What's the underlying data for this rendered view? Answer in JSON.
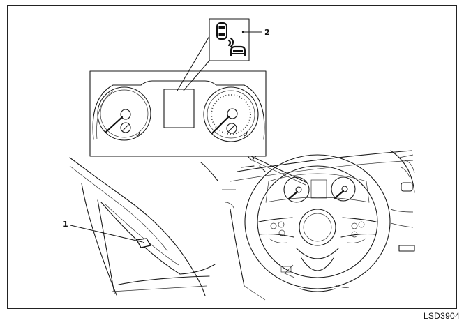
{
  "callouts": {
    "one": "1",
    "two": "2"
  },
  "figure_code": "LSD3904",
  "icons": {
    "indicator": "car-with-signal-to-rear-vehicle-icon"
  },
  "colors": {
    "line": "#1a1a1a",
    "background": "#ffffff"
  }
}
